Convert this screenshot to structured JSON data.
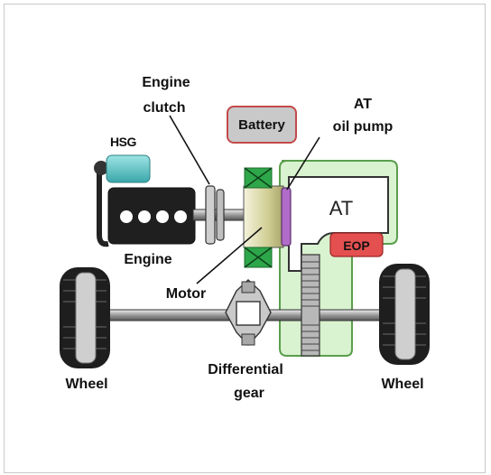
{
  "labels": {
    "engine_clutch_line1": "Engine",
    "engine_clutch_line2": "clutch",
    "hsg": "HSG",
    "battery": "Battery",
    "at_oil_pump_line1": "AT",
    "at_oil_pump_line2": "oil pump",
    "at": "AT",
    "eop": "EOP",
    "engine": "Engine",
    "motor": "Motor",
    "differential_line1": "Differential",
    "differential_line2": "gear",
    "wheel_left": "Wheel",
    "wheel_right": "Wheel"
  },
  "colors": {
    "transmission_fill": "#d9f2cf",
    "transmission_stroke": "#5a9e4d",
    "battery_fill": "#c9c9c9",
    "battery_stroke": "#c44a4a",
    "eop_fill": "#e45050",
    "hsg_fill": "#5fc7c9",
    "motor_fill": "#d6d4a0",
    "oil_pump_fill": "#b06cc8",
    "coil_fill": "#2ea64a"
  }
}
